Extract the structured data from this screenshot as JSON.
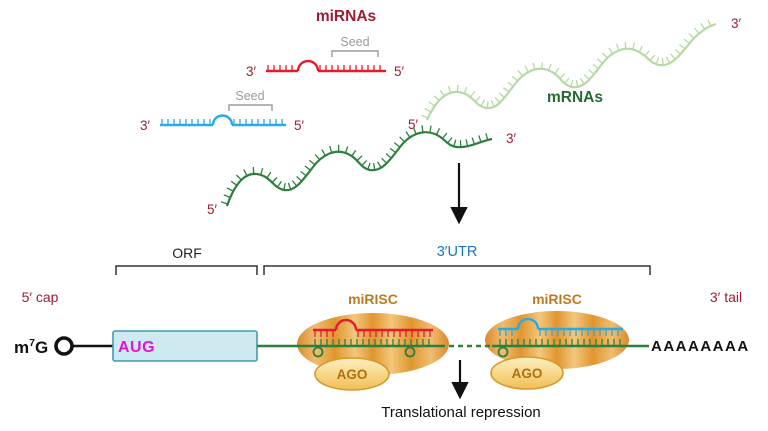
{
  "top_section": {
    "mirnas_title": "miRNAs",
    "mrnas_title": "mRNAs",
    "red_mirna": {
      "end_3": "3′",
      "end_5": "5′",
      "seed": "Seed"
    },
    "cyan_mirna": {
      "end_3": "3′",
      "end_5": "5′",
      "seed": "Seed"
    },
    "light_mrna": {
      "end_5": "5′",
      "end_3": "3′"
    },
    "dark_mrna": {
      "end_5": "5′",
      "end_3": "3′"
    }
  },
  "bottom_section": {
    "orf_label": "ORF",
    "utr_label": "3′UTR",
    "cap_label": "5′ cap",
    "tail_label": "3′ tail",
    "cap_m": "m",
    "cap_sup": "7",
    "cap_G": "G",
    "start_codon": "AUG",
    "mirisc_left": {
      "label": "miRISC",
      "ago": "AGO"
    },
    "mirisc_right": {
      "label": "miRISC",
      "ago": "AGO"
    },
    "polya_tail": "AAAAAAAA",
    "caption": "Translational repression"
  },
  "colors": {
    "label_maroon": "#9e1c34",
    "mirna_red": "#e8192c",
    "mirna_cyan": "#29abe2",
    "mrna_dark_green": "#2d7f3d",
    "mrna_light_green": "#b7d9a5",
    "utr_blue": "#1b75bc",
    "aug_magenta": "#e314d6",
    "risc_orange": "#e09134",
    "ago_yellow": "#f6d06a",
    "seed_gray": "#9b9b9b"
  }
}
